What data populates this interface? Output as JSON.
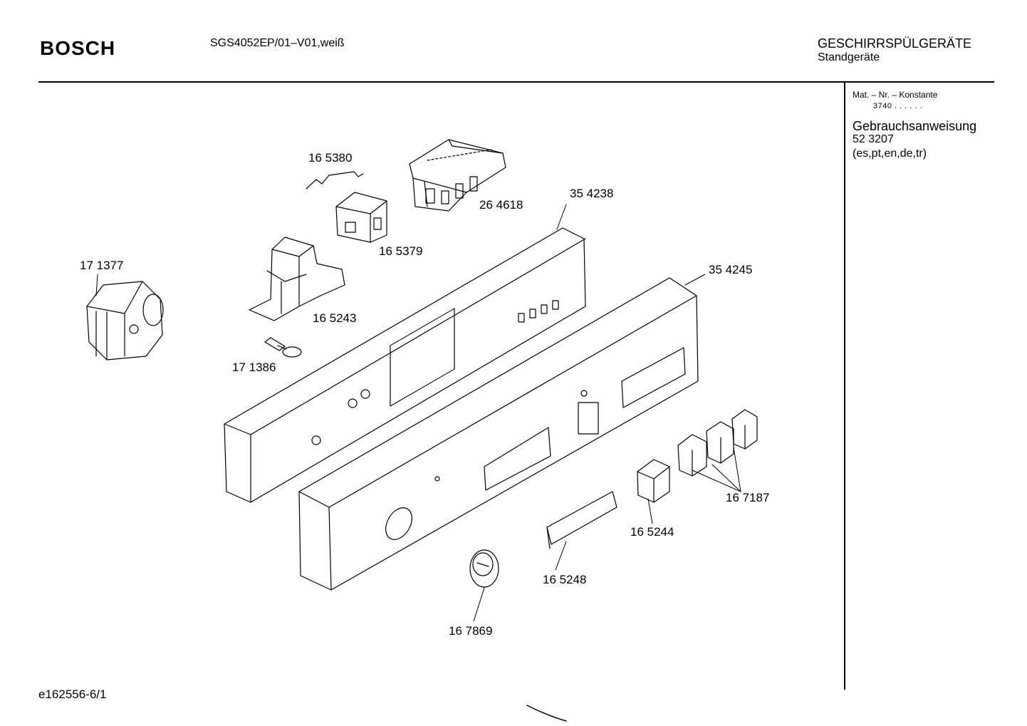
{
  "header": {
    "brand": "BOSCH",
    "model": "SGS4052EP/01–V01,weiß",
    "category": "GESCHIRRSPÜLGERÄTE",
    "subcategory": "Standgeräte"
  },
  "sidebar": {
    "mat_title": "Mat. – Nr. – Konstante",
    "mat_value": "3740 .  .    .  .  .  .",
    "manual_title": "Gebrauchsanweisung",
    "manual_number": "52 3207",
    "manual_langs": "(es,pt,en,de,tr)"
  },
  "footer": {
    "reference": "e162556-6/1"
  },
  "parts": [
    "16 5380",
    "26 4618",
    "35 4238",
    "16 5379",
    "17 1377",
    "35 4245",
    "16 5243",
    "17 1386",
    "16 7187",
    "16 5244",
    "16 5248",
    "16 7869"
  ]
}
